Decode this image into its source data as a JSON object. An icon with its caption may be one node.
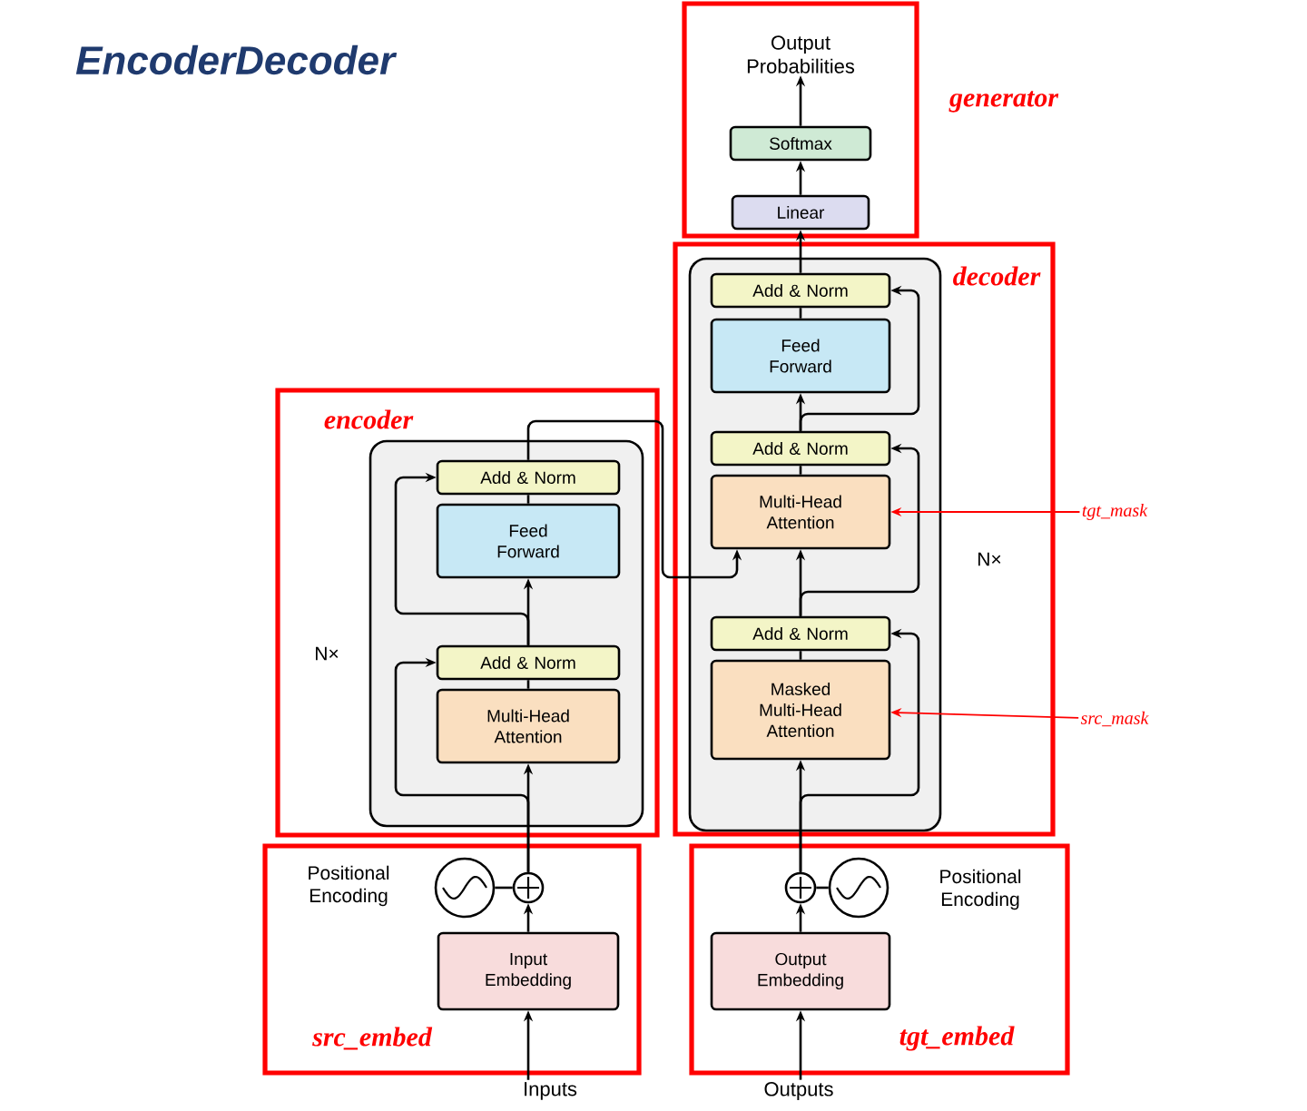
{
  "diagram": {
    "title": "EncoderDecoder",
    "nodes": [
      {
        "text": [
          "generator"
        ]
      },
      {
        "text": [
          "Output Probabilities"
        ],
        "in": 0
      },
      {
        "text": [
          "Softmax"
        ],
        "in": 0
      },
      {
        "text": [
          "Linear"
        ],
        "in": 0
      },
      {
        "text": [
          "decoder"
        ]
      },
      {
        "text": [],
        "shape": "box",
        "in": 4,
        "beside": [
          "N×"
        ]
      },
      {
        "text": [
          "Add & Norm"
        ],
        "in": 5
      },
      {
        "text": [
          "Feed Forward"
        ],
        "in": 5
      },
      {
        "text": [
          "Add & Norm"
        ],
        "in": 5
      },
      {
        "text": [
          "Multi-Head Attention"
        ],
        "in": 5
      },
      {
        "text": [
          "Add & Norm"
        ],
        "in": 5
      },
      {
        "text": [
          "Masked Multi-Head Attention"
        ],
        "in": 5
      },
      {
        "text": [
          "encoder"
        ]
      },
      {
        "text": [],
        "shape": "box",
        "in": 12,
        "beside": [
          "N×"
        ]
      },
      {
        "text": [
          "Add & Norm"
        ],
        "in": 13
      },
      {
        "text": [
          "Feed Forward"
        ],
        "in": 13
      },
      {
        "text": [
          "Add & Norm"
        ],
        "in": 13
      },
      {
        "text": [
          "Multi-Head Attention"
        ],
        "in": 13
      },
      {
        "text": [
          "src_embed"
        ]
      },
      {
        "text": [],
        "shape": "circle",
        "in": 18,
        "beside": [
          "Positional Encoding"
        ]
      },
      {
        "text": [],
        "shape": "circle",
        "in": 18
      },
      {
        "text": [
          "Input Embedding"
        ],
        "in": 18
      },
      {
        "text": [
          "Inputs"
        ]
      },
      {
        "text": [
          "tgt_embed"
        ]
      },
      {
        "text": [],
        "shape": "circle",
        "in": 23
      },
      {
        "text": [],
        "shape": "circle",
        "in": 23,
        "beside": [
          "Positional Encoding"
        ]
      },
      {
        "text": [
          "Output Embedding"
        ],
        "in": 23
      },
      {
        "text": [
          "Outputs"
        ]
      },
      {
        "text": [
          "tgt_mask"
        ]
      },
      {
        "text": [
          "src_mask"
        ]
      }
    ],
    "edges": [
      {
        "from": 22,
        "to": 21,
        "arrow": "to"
      },
      {
        "from": 21,
        "to": 20,
        "arrow": "to"
      },
      {
        "from": 19,
        "to": 20,
        "arrow": "none"
      },
      {
        "from": 20,
        "to": 17,
        "arrow": "to"
      },
      {
        "from": 20,
        "to": 16,
        "arrow": "to"
      },
      {
        "from": 17,
        "to": 16,
        "arrow": "none"
      },
      {
        "from": 16,
        "to": 15,
        "arrow": "to"
      },
      {
        "from": 16,
        "to": 14,
        "arrow": "to"
      },
      {
        "from": 15,
        "to": 14,
        "arrow": "none"
      },
      {
        "from": 14,
        "to": 9,
        "arrow": "to"
      },
      {
        "from": 27,
        "to": 26,
        "arrow": "to"
      },
      {
        "from": 26,
        "to": 24,
        "arrow": "to"
      },
      {
        "from": 25,
        "to": 24,
        "arrow": "none"
      },
      {
        "from": 24,
        "to": 11,
        "arrow": "to"
      },
      {
        "from": 24,
        "to": 10,
        "arrow": "to"
      },
      {
        "from": 11,
        "to": 10,
        "arrow": "none"
      },
      {
        "from": 10,
        "to": 9,
        "arrow": "to"
      },
      {
        "from": 10,
        "to": 8,
        "arrow": "to"
      },
      {
        "from": 9,
        "to": 8,
        "arrow": "none"
      },
      {
        "from": 8,
        "to": 7,
        "arrow": "to"
      },
      {
        "from": 8,
        "to": 6,
        "arrow": "to"
      },
      {
        "from": 7,
        "to": 6,
        "arrow": "none"
      },
      {
        "from": 6,
        "to": 3,
        "arrow": "to"
      },
      {
        "from": 3,
        "to": 2,
        "arrow": "to"
      },
      {
        "from": 2,
        "to": 1,
        "arrow": "to"
      },
      {
        "from": 28,
        "to": 9,
        "arrow": "to",
        "color": "#ff0000"
      },
      {
        "from": 29,
        "to": 11,
        "arrow": "to",
        "color": "#ff0000"
      }
    ]
  }
}
